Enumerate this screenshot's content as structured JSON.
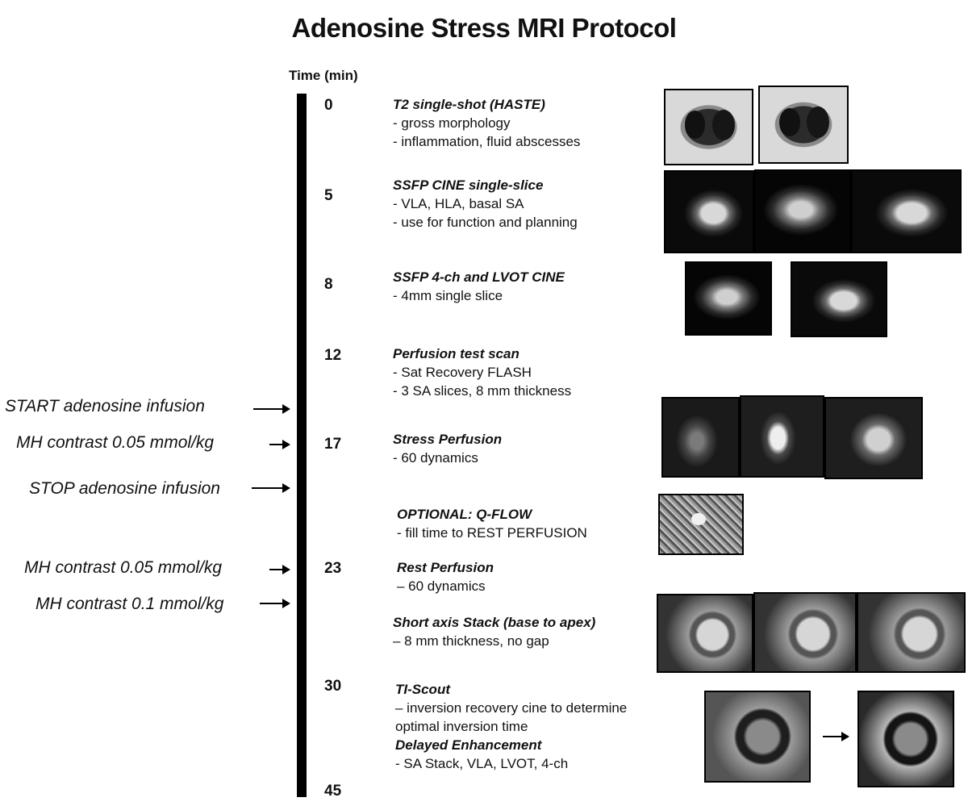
{
  "title": "Adenosine Stress MRI Protocol",
  "axis_label": "Time (min)",
  "times": [
    "0",
    "5",
    "8",
    "12",
    "17",
    "23",
    "30",
    "45"
  ],
  "events": [
    "START adenosine infusion",
    "MH contrast 0.05 mmol/kg",
    "STOP adenosine infusion",
    "MH contrast 0.05 mmol/kg",
    "MH contrast 0.1 mmol/kg"
  ],
  "steps": [
    {
      "name": "T2 single-shot (HASTE)",
      "details": [
        "- gross morphology",
        "- inflammation, fluid abscesses"
      ]
    },
    {
      "name": "SSFP CINE single-slice",
      "details": [
        "- VLA, HLA, basal SA",
        "- use for function and planning"
      ]
    },
    {
      "name": "SSFP  4-ch and LVOT  CINE",
      "details": [
        " - 4mm single slice"
      ]
    },
    {
      "name": "Perfusion test scan",
      "details": [
        "- Sat Recovery FLASH",
        "- 3 SA slices, 8 mm thickness"
      ]
    },
    {
      "name": "Stress Perfusion",
      "details": [
        "- 60 dynamics"
      ]
    },
    {
      "name": "OPTIONAL: Q-FLOW",
      "details": [
        " - fill time to REST PERFUSION"
      ]
    },
    {
      "name": "Rest Perfusion",
      "details": [
        "– 60 dynamics"
      ]
    },
    {
      "name": "Short axis Stack (base to apex)",
      "details": [
        "– 8 mm thickness, no gap"
      ]
    },
    {
      "name": "TI-Scout",
      "details": [
        "– inversion recovery cine to determine",
        "optimal inversion time"
      ]
    },
    {
      "name": "Delayed Enhancement",
      "details": [
        "- SA Stack, VLA, LVOT, 4-ch"
      ]
    }
  ]
}
